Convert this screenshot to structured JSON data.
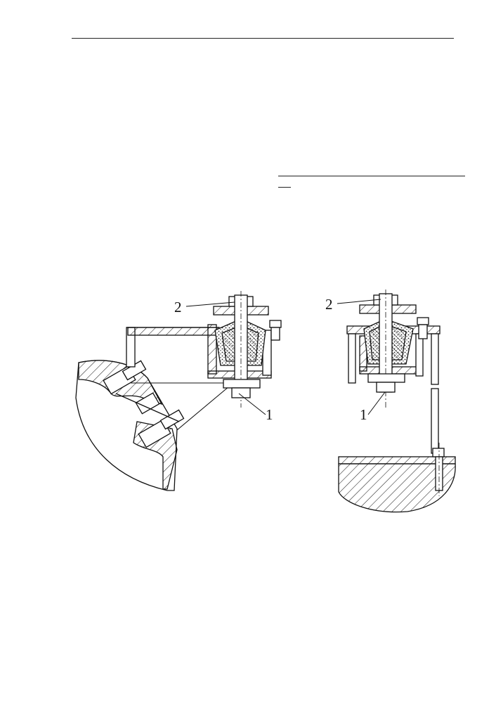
{
  "figure": {
    "left_callouts": {
      "top": "2",
      "bottom": "1"
    },
    "right_callouts": {
      "top": "2",
      "bottom": "1"
    }
  }
}
